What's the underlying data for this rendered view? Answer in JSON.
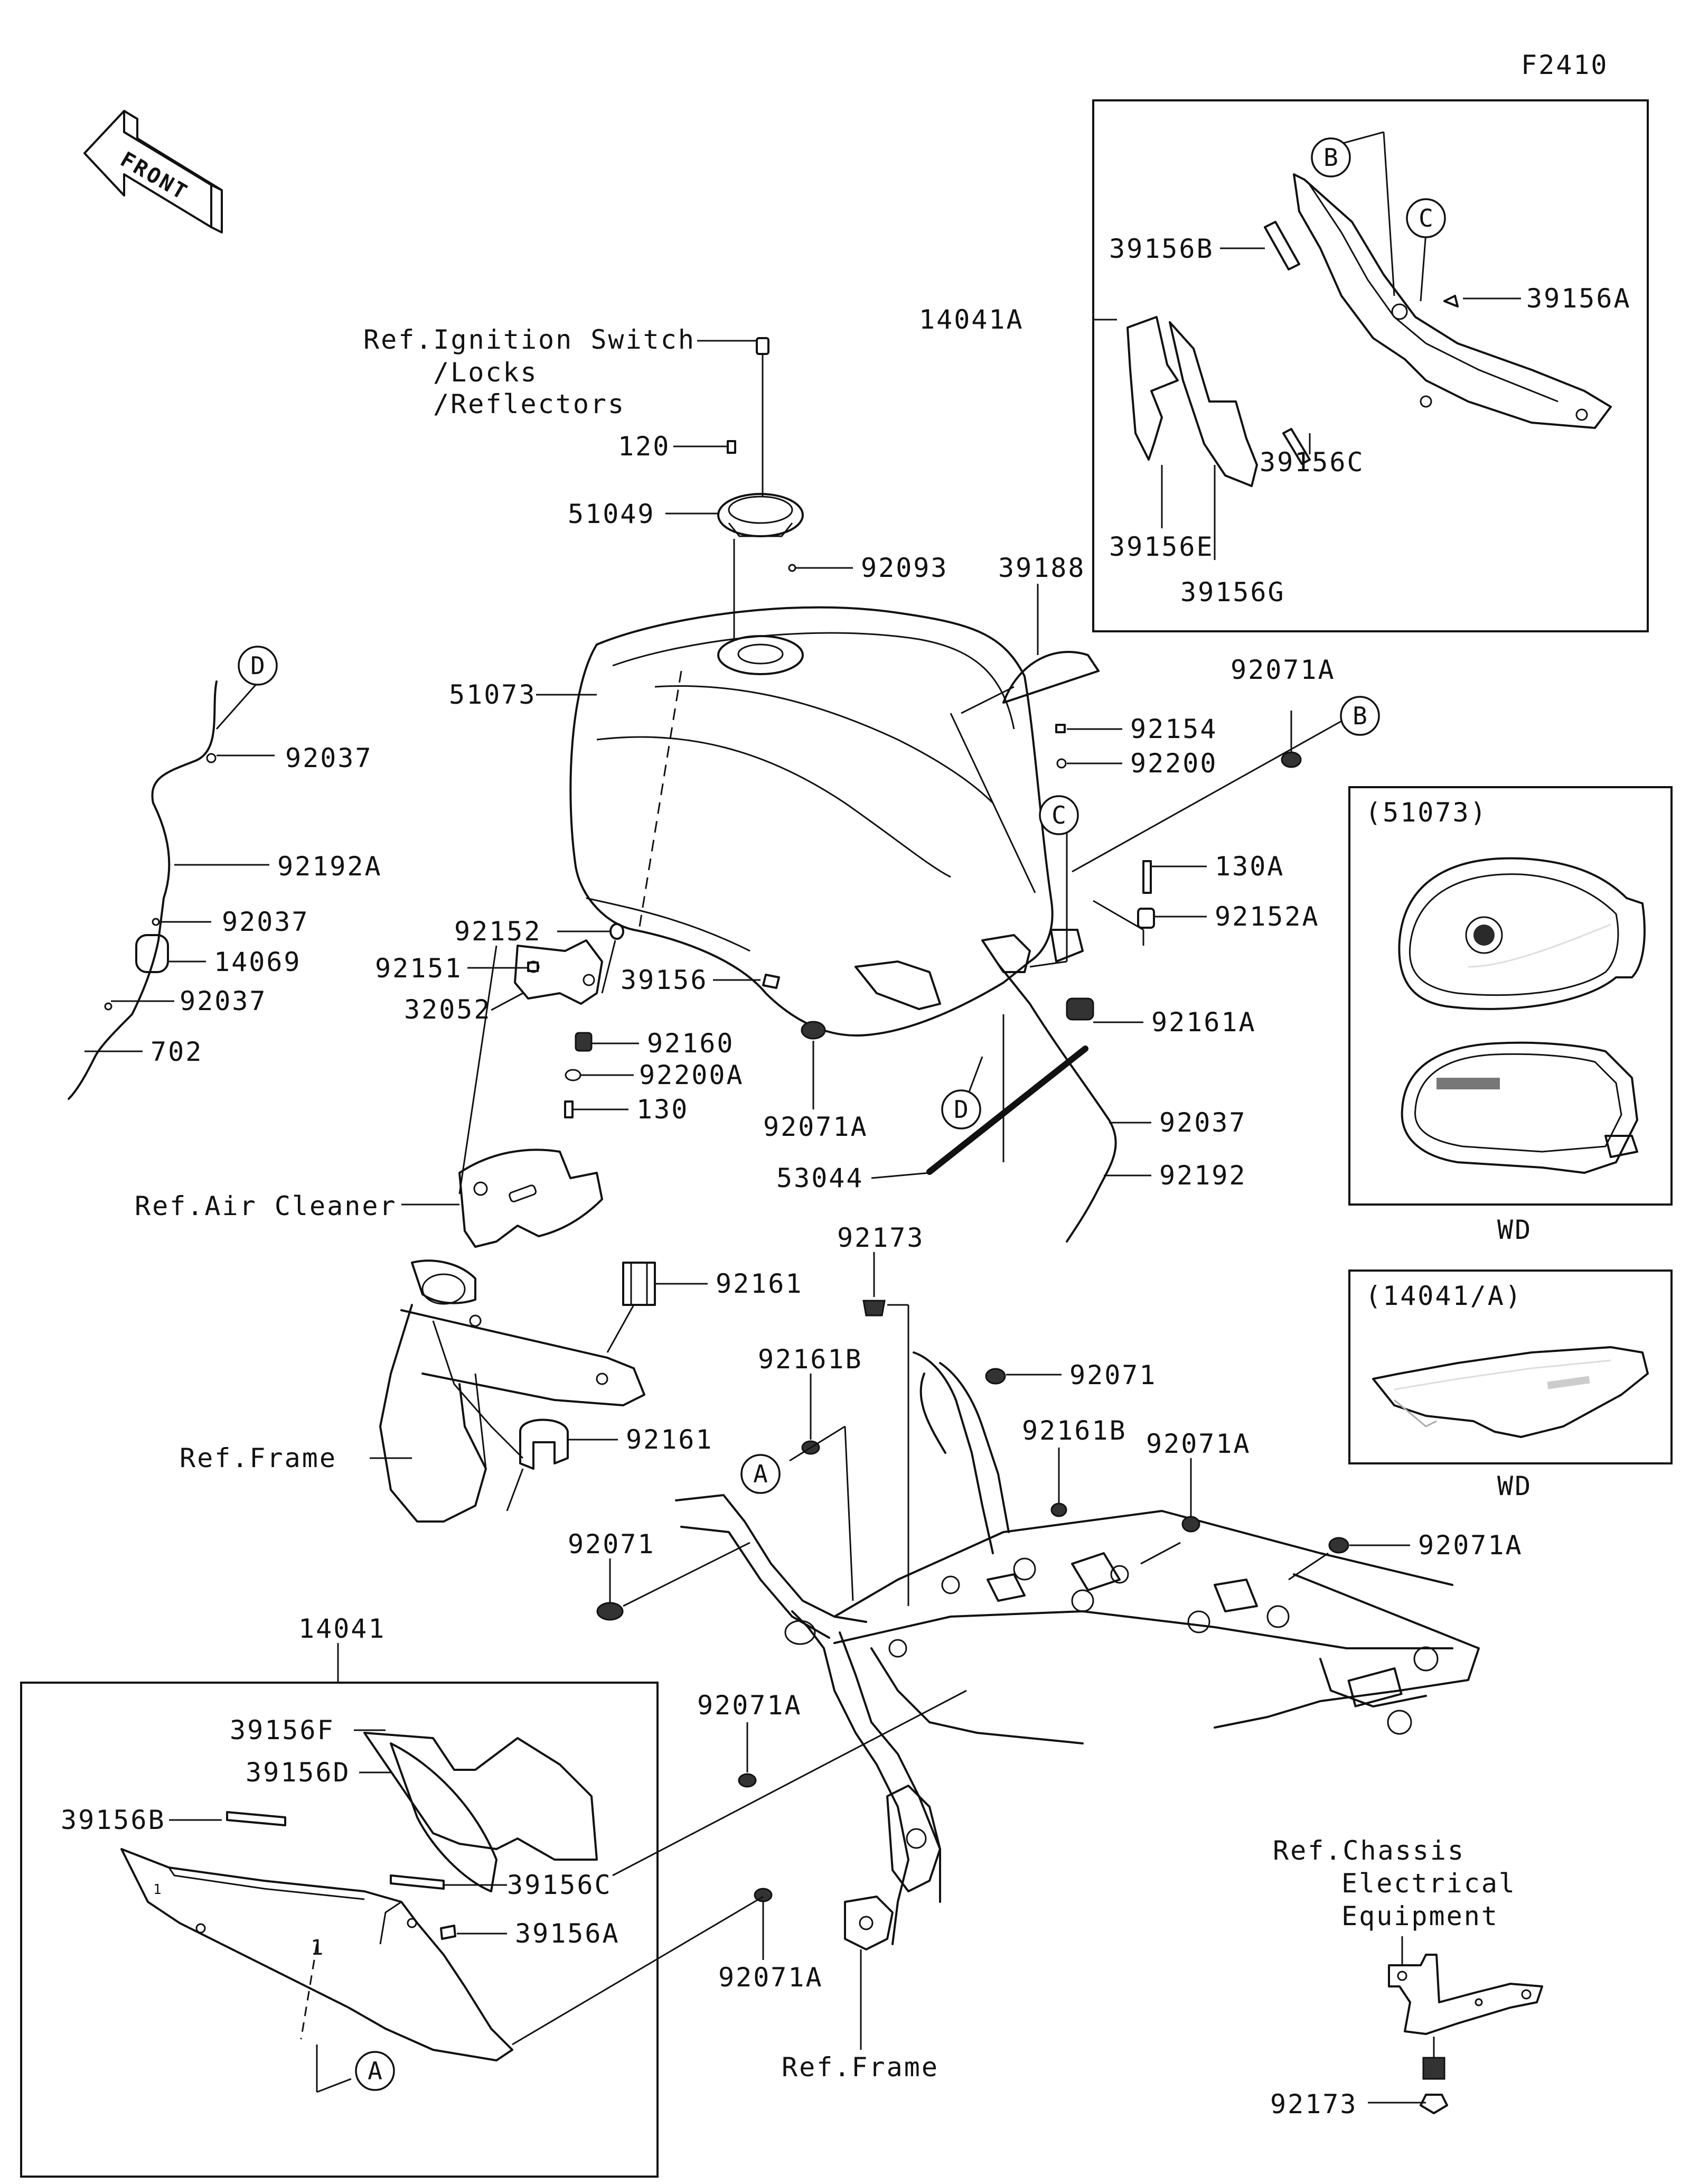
{
  "figure_code": "F2410",
  "front_arrow": {
    "label": "FRONT",
    "icon": "front-direction-arrow"
  },
  "part_labels": {
    "ref_ignition": "Ref.Ignition Switch",
    "ref_locks": "/Locks",
    "ref_reflectors": "/Reflectors",
    "p120": "120",
    "p51049": "51049",
    "p92093": "92093",
    "p39188": "39188",
    "p51073": "51073",
    "p92037_top": "92037",
    "p92192A": "92192A",
    "p92037_mid": "92037",
    "p14069": "14069",
    "p92037_low": "92037",
    "p702": "702",
    "p92154": "92154",
    "p92200": "92200",
    "p92071A_top": "92071A",
    "p130A": "130A",
    "p92152A": "92152A",
    "p92152": "92152",
    "p92151": "92151",
    "p32052": "32052",
    "p39156": "39156",
    "p92161A": "92161A",
    "p92160": "92160",
    "p92200A": "92200A",
    "p130": "130",
    "p92071A_tank": "92071A",
    "p92037_right": "92037",
    "p53044": "53044",
    "p92192": "92192",
    "ref_air_cleaner": "Ref.Air Cleaner",
    "p92173_top": "92173",
    "p92161_upper": "92161",
    "p92161B_left": "92161B",
    "p92071_right": "92071",
    "ref_frame_left": "Ref.Frame",
    "p92161_lower": "92161",
    "p92161B_right": "92161B",
    "p92071A_frame": "92071A",
    "p92071_left": "92071",
    "p92071A_rear": "92071A",
    "p14041": "14041",
    "p92071A_lower": "92071A",
    "p39156F": "39156F",
    "p39156D": "39156D",
    "p39156B_low": "39156B",
    "p39156C_low": "39156C",
    "p39156A_low": "39156A",
    "p92071A_bottom": "92071A",
    "ref_frame_bottom": "Ref.Frame",
    "ref_chassis_1": "Ref.Chassis",
    "ref_chassis_2": "Electrical",
    "ref_chassis_3": "Equipment",
    "p92173_bottom": "92173",
    "p14041A": "14041A",
    "p39156B_top": "39156B",
    "p39156A_top": "39156A",
    "p39156C_top": "39156C",
    "p39156E": "39156E",
    "p39156G": "39156G"
  },
  "callouts": {
    "A_frame": "A",
    "A_box": "A",
    "B_tank": "B",
    "B_box": "B",
    "C_tank": "C",
    "C_box": "C",
    "D_hose": "D",
    "D_tank": "D"
  },
  "variants": {
    "tank_header": "(51073)",
    "tank_footer": "WD",
    "cover_header": "(14041/A)",
    "cover_footer": "WD"
  },
  "inset_marks": {
    "mark_1a": "1",
    "mark_1b": "1"
  }
}
